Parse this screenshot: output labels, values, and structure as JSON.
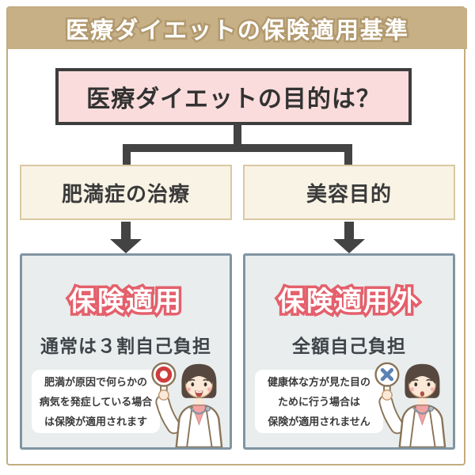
{
  "banner": {
    "title": "医療ダイエットの保険適用基準"
  },
  "flow": {
    "question": "医療ダイエットの目的は？",
    "branches": [
      {
        "label": "肥満症の治療"
      },
      {
        "label": "美容目的"
      }
    ]
  },
  "panels": [
    {
      "title": "保険適用",
      "subtitle": "通常は３割自己負担",
      "bubble_lines": [
        "肥満が原因で何らかの",
        "病気を発症している場合",
        "は保険が適用されます"
      ],
      "sign": "maru-circle-ok"
    },
    {
      "title": "保険適用外",
      "subtitle": "全額自己負担",
      "bubble_lines": [
        "健康体な方が見た目の",
        "ために行う場合は",
        "保険が適用されません"
      ],
      "sign": "batsu-cross-ng"
    }
  ],
  "colors": {
    "banner_bg": "#C7B086",
    "banner_text_outline": "#B2996E",
    "frame_border": "#C3AC80",
    "question_bg": "#FADCDC",
    "question_border": "#3D3D3D",
    "branch_bg": "#F8F3E5",
    "branch_border": "#D9C8A2",
    "connector": "#434343",
    "panel_bg": "#E9EDED",
    "panel_border": "#8095A2",
    "title_outline_red": "#E4606C",
    "text_dark": "#3A3A3A",
    "maru_red": "#CE3D3D",
    "batsu_blue": "#5B82B5"
  }
}
